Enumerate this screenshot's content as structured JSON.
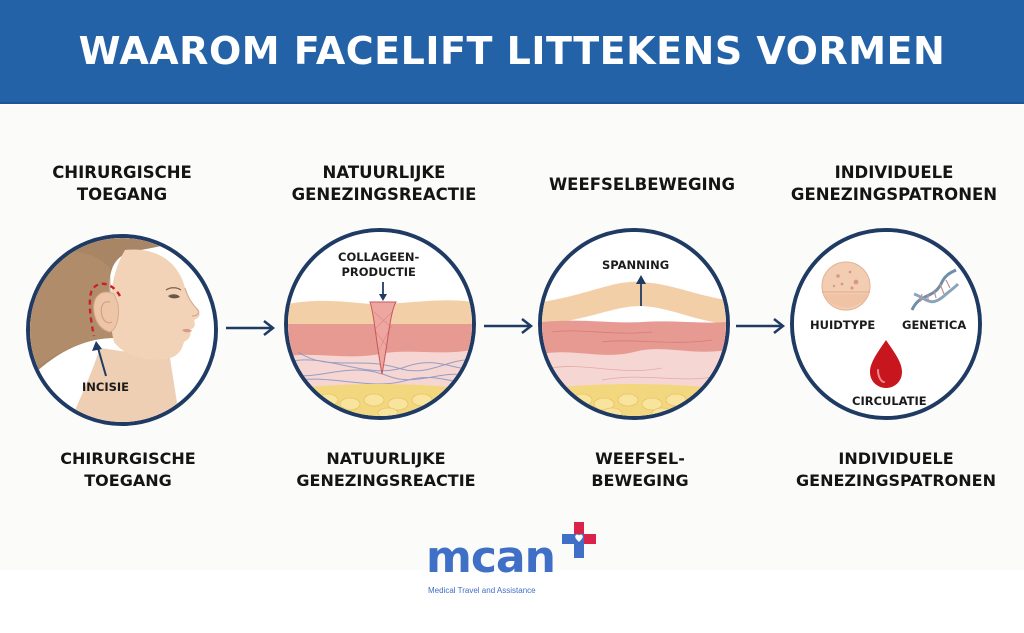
{
  "header": {
    "title": "WAAROM FACELIFT LITTEKENS VORMEN",
    "background_color": "#2462a8"
  },
  "steps": [
    {
      "title": "CHIRURGISCHE TOEGANG",
      "title_lines": [
        "CHIRURGISCHE",
        "TOEGANG"
      ],
      "caption_lines": [
        "CHIRURGISCHE",
        "TOEGANG"
      ],
      "illustration": "face-profile-with-incision",
      "labels": {
        "incision": "INCISIE"
      }
    },
    {
      "title": "NATUURLIJKE GENEZINGSREACTIE",
      "title_lines": [
        "NATUURLIJKE",
        "GENEZINGSREACTIE"
      ],
      "caption_lines": [
        "NATUURLIJKE",
        "GENEZINGSREACTIE"
      ],
      "illustration": "skin-cross-section-collagen",
      "labels": {
        "collagen_line1": "COLLAGEEN-",
        "collagen_line2": "PRODUCTIE"
      }
    },
    {
      "title": "WEEFSELBEWEGING",
      "title_lines": [
        "WEEFSELBEWEGING"
      ],
      "caption_lines": [
        "WEEFSEL-",
        "BEWEGING"
      ],
      "illustration": "skin-cross-section-tension",
      "labels": {
        "tension": "SPANNING"
      }
    },
    {
      "title": "INDIVIDUELE GENEZINGSPATRONEN",
      "title_lines": [
        "INDIVIDUELE",
        "GENEZINGSPATRONEN"
      ],
      "caption_lines": [
        "INDIVIDUELE",
        "GENEZINGSPATRONEN"
      ],
      "illustration": "factor-icons",
      "labels": {
        "skin_type": "HUIDTYPE",
        "genetics": "GENETICA",
        "circulation": "CIRCULATIE"
      },
      "icons": [
        "skin-sample-icon",
        "dna-icon",
        "blood-drop-icon"
      ]
    }
  ],
  "flow_arrows": [
    "step1-to-step2",
    "step2-to-step3",
    "step3-to-step4"
  ],
  "colors": {
    "circle_border": "#1f3b64",
    "arrow": "#1f3b64",
    "skin_top": "#f3cfa8",
    "dermis": "#e79a92",
    "subdermis": "#f6d6d2",
    "fat": "#f3d77f",
    "blood": "#c8161e",
    "incision": "#c8232c"
  },
  "logo": {
    "wordmark": "mcan",
    "tagline": "Medical Travel and Assistance",
    "brand_blue": "#3f6fc6",
    "brand_red": "#d9234a"
  }
}
